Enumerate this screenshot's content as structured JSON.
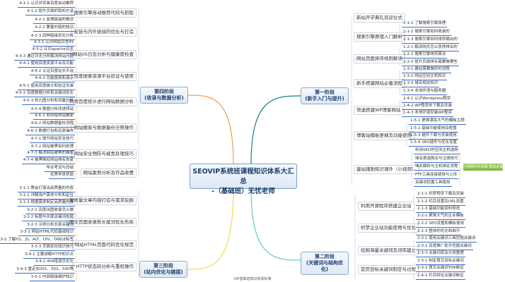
{
  "center": {
    "line1": "SEOVIP系统班课程知识体系大汇总",
    "line2": "-（基础班）无忧老师"
  },
  "footer": "VIP基础班知识体系标准",
  "side_note": "小视频补充讲解 建站必备",
  "colors": {
    "stage4": "#f3a147",
    "stage3": "#efe04a",
    "stage1": "#15807f",
    "stage2": "#67c6c4",
    "leaf_underline": "#3b6fc2"
  },
  "stages": [
    {
      "id": "stage4",
      "title": "第四阶段",
      "subtitle": "(收录与数据分析)",
      "branches": [
        {
          "label": "搜索引擎自动推荐代码与抓取",
          "leaves": [
            "4-1-1 认识并安装百度自动推荐",
            "4-1-2 提升页面抓取知方法"
          ]
        },
        {
          "label": "友链与内外链接的优化与打造",
          "leaves": [
            "4-2-1 友情链接的做法",
            "4-2-2 要善外链的知识",
            "4-2-3 四种链接优化分析"
          ]
        },
        {
          "label": "网站IIS日志分析与健康度检查",
          "leaves": [
            "4-3-1 认识网站日志IIS",
            "4-3-2 认识apache日志",
            "4-3-3 通过日志分析解决网站问题"
          ]
        },
        {
          "label": "百度搜索资源平台验证与使用",
          "leaves": [
            "4-4-1 使用百度资源平台及功能",
            "4-4-2 认证百度站长平台",
            "4-4-3 功能使用和演示"
          ]
        },
        {
          "label": "利用百度统计进行网站数据分析",
          "leaves": [
            "4-5-1 使用百度统计和验证安装",
            "4-5-2 百度数据分析和关键词优化",
            "4-5-3 热力图分析和流量分析",
            "4-5-4 数据分析改进网站"
          ]
        },
        {
          "label": "网站搬家与数据备份迁移操作",
          "leaves": [
            "4-6-1 如何给网站搬家",
            "4-6-2 网站数据备份流程",
            "4-6-3 数据打包和还原操作"
          ]
        },
        {
          "label": "网站安全预防与被黑处理技巧",
          "leaves": [
            "4-7-1 提升网站安全技巧",
            "4-7-2 网站被黑如何处理",
            "4-7-3 解决网站被黑的难题",
            "4-7-4 被黑降权网站排名恢复"
          ]
        },
        {
          "label": "网站案例分析及作品收费",
          "leaves": [
            "毕业考试与总结",
            "优秀学员奖励"
          ]
        }
      ]
    },
    {
      "id": "stage3",
      "title": "第三阶段",
      "subtitle": "(站内优化与链接)",
      "branches": [
        {
          "label": "高质量文章内容打造与需求挖掘",
          "leaves": [
            "3-1-1 教会打造出高质量的内容",
            "3-1-2 详解用户需求分析和定位",
            "3-1-3 根据需求制定高质量内容"
          ]
        },
        {
          "label": "图文页面收录和长尾词优化布局",
          "leaves": [
            "3-2-1 百度出图收录怎么做",
            "3-2-2 标题与长尾关键词布局",
            "3-2-3 示例分析长尾关键词"
          ]
        },
        {
          "label": "网站HTML页面代码优化规范",
          "leaves": [
            "3-3-1 网站HTML代码基础知识",
            "3-3-2 了解H1、JS、ALT、DIV、TABLE标签",
            "3-3-3 页面优化知识技巧"
          ]
        },
        {
          "label": "HTTP状态码分析与重权操作",
          "leaves": [
            "3-4-1 主要讲解HTTP知识点",
            "3-4-2 404错误页优化",
            "3-4-3 重定向301、302、500等",
            "3-5-1 内部链接维护知识"
          ]
        }
      ]
    },
    {
      "id": "stage1",
      "title": "第一阶段",
      "subtitle": "(新手入门与提升)",
      "branches": [
        {
          "label": "新站开学典礼欢迎仪式",
          "leaves": []
        },
        {
          "label": "搜索引擎原理入门解析",
          "leaves": [
            "1-1-1 了解搜索引擎原理",
            "1-1-2 搜索引擎如何收录的",
            "1-1-3 搜索引擎如何排序输出的"
          ]
        },
        {
          "label": "网站页面排序规则解读",
          "leaves": [
            "1-2-1 解读网页怎么获得排名的",
            "1-2-2 搜索引擎排序算法",
            "1-2-3 提升页面排名需要做哪些"
          ]
        },
        {
          "label": "新手搭建网站必备流程",
          "leaves": [
            "1-3-1 建站需要做好的流程",
            "1-3-2 网站空间主机知识",
            "1-3-3 域名相关知识",
            "1-3-4 本地环境与服务器"
          ]
        },
        {
          "label": "快速搭建WP博客网站",
          "leaves": [
            "1-4-1 认识Wordpress程序",
            "1-4-2 WP程序的下载及安装",
            "1-4-3 本地环境安装WP程序"
          ]
        },
        {
          "label": "博客站模板更换及功能使用",
          "leaves": [
            "1-5-1 更换漂亮大气的模板主题",
            "1-5-2 基础功能使用及配置",
            "1-5-3 插件下载与安装使用",
            "1-5-4 SEO插件与优化设置"
          ]
        },
        {
          "label": "建站辅助知识课外（小视频）",
          "leaves": [
            "利用SEO的空间主机选购",
            "域名挑选购买与注册技巧",
            "域名解析与主机绑定流程",
            "FTP工具连接使用与上传",
            "关键词挖掘工具使用"
          ]
        }
      ]
    },
    {
      "id": "stage2",
      "title": "第二阶段",
      "subtitle": "(关键词与结构优化)",
      "branches": [
        {
          "label": "利用开源程序搭建企业站",
          "leaves": [
            "2-1-1 织梦程序下载及安装",
            "2-1-2 栏目设置及URL设置",
            "2-1-3 基础功能资料修改"
          ]
        },
        {
          "label": "织梦企业站功能使用与优化",
          "leaves": [
            "2-2-1 更换大气的企业模板",
            "2-2-2 SEO设置和模板使用",
            "2-2-3 整体的优化和细节"
          ]
        },
        {
          "label": "挖掘海量关键词及词库建立",
          "leaves": [
            "2-3-1 使用关键词工具挖掘关键词",
            "2-3-2 百度推广助手挖掘关键词",
            "2-3-3 关键词库及分类整理"
          ]
        },
        {
          "label": "首页目标关键词制定与过程",
          "leaves": [
            "2-3-1 制定首页目标关键词",
            "2-3-2 首页关键词TDK制定",
            "2-4-1 栏目特征关键词制定"
          ]
        }
      ]
    }
  ]
}
